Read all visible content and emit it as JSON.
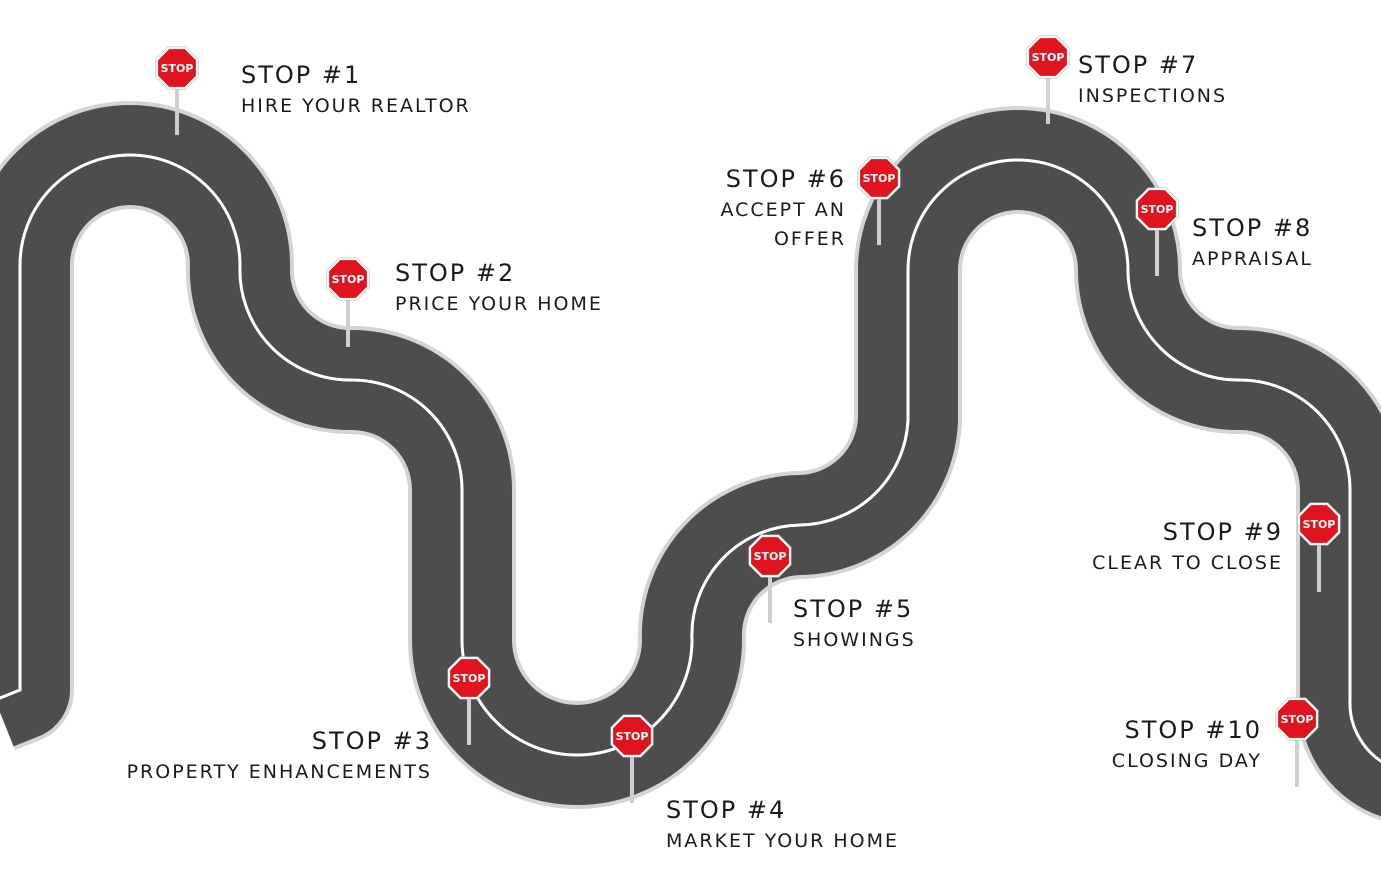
{
  "stops": [
    {
      "title": "STOP #1",
      "subtitle": "HIRE YOUR REALTOR",
      "sign_text": "STOP"
    },
    {
      "title": "STOP #2",
      "subtitle": "PRICE YOUR HOME",
      "sign_text": "STOP"
    },
    {
      "title": "STOP #3",
      "subtitle": "PROPERTY ENHANCEMENTS",
      "sign_text": "STOP"
    },
    {
      "title": "STOP #4",
      "subtitle": "MARKET YOUR HOME",
      "sign_text": "STOP"
    },
    {
      "title": "STOP #5",
      "subtitle": "SHOWINGS",
      "sign_text": "STOP"
    },
    {
      "title": "STOP #6",
      "subtitle": "ACCEPT AN",
      "subtitle2": "OFFER",
      "sign_text": "STOP"
    },
    {
      "title": "STOP #7",
      "subtitle": "INSPECTIONS",
      "sign_text": "STOP"
    },
    {
      "title": "STOP #8",
      "subtitle": "APPRAISAL",
      "sign_text": "STOP"
    },
    {
      "title": "STOP #9",
      "subtitle": "CLEAR TO CLOSE",
      "sign_text": "STOP"
    },
    {
      "title": "STOP #10",
      "subtitle": "CLOSING DAY",
      "sign_text": "STOP"
    }
  ],
  "colors": {
    "road": "#4d4d4d",
    "road_edge": "#d4d4d4",
    "lane_line": "#ffffff",
    "sign_red": "#e0141e",
    "sign_border": "#ffffff",
    "pole": "#cfcfcf",
    "text": "#1a1a1a"
  }
}
